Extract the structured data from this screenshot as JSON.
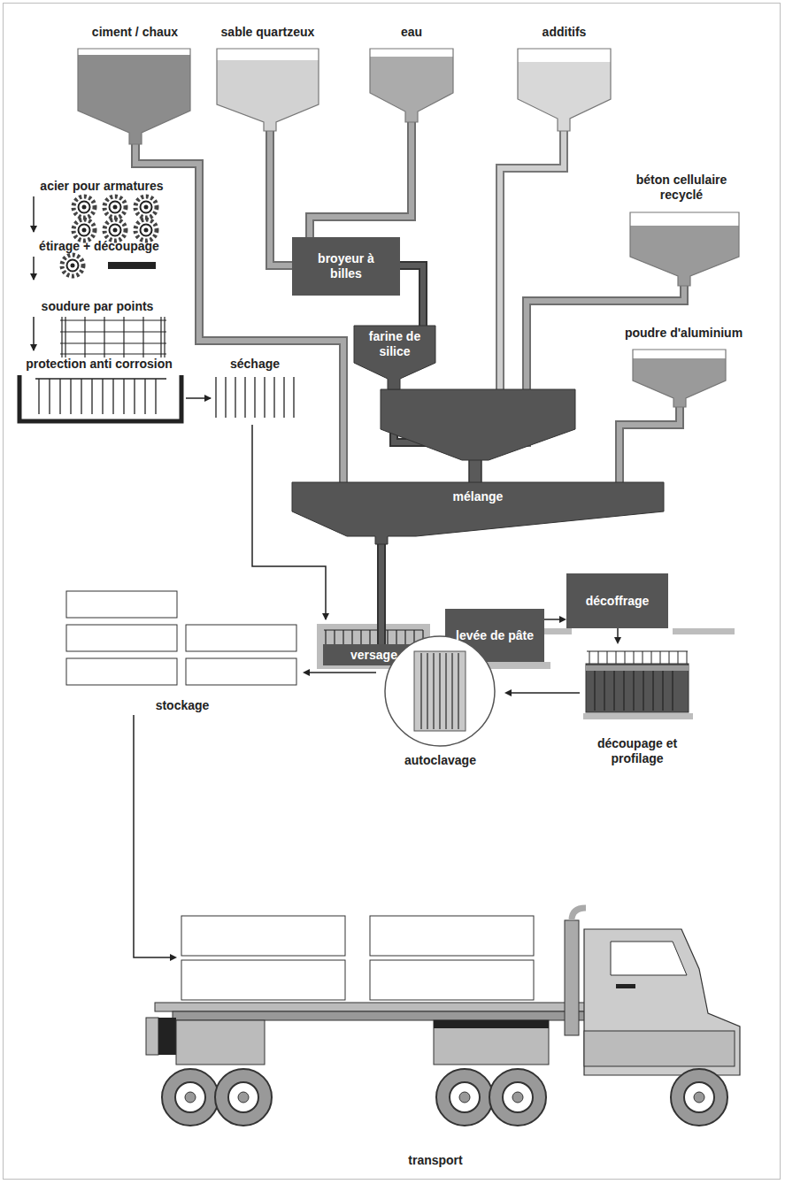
{
  "diagram": {
    "nodes": [
      {
        "text": [
          "ciment / chaux"
        ]
      },
      {
        "text": [
          "sable quartzeux"
        ]
      },
      {
        "text": [
          "eau"
        ]
      },
      {
        "text": [
          "additifs"
        ]
      },
      {
        "text": [
          "béton cellulaire recyclé"
        ]
      },
      {
        "text": [
          "broyeur à billes"
        ]
      },
      {
        "text": [
          "farine de silice"
        ]
      },
      {
        "text": [
          "poudre d'aluminium"
        ]
      },
      {
        "text": [
          "mélange"
        ]
      },
      {
        "text": [
          "versage"
        ]
      },
      {
        "text": [
          "levée de pâte"
        ]
      },
      {
        "text": [
          "décoffrage"
        ]
      },
      {
        "text": [
          "découpage et profilage"
        ]
      },
      {
        "text": [
          "autoclavage"
        ]
      },
      {
        "text": [
          "stockage"
        ]
      },
      {
        "text": [
          "transport"
        ]
      }
    ],
    "edges": [
      {
        "from": 0,
        "to": 8,
        "arrow": "none"
      },
      {
        "from": 1,
        "to": 5,
        "arrow": "none"
      },
      {
        "from": 2,
        "to": 5,
        "arrow": "none"
      },
      {
        "from": 5,
        "to": 6,
        "arrow": "none"
      },
      {
        "from": 6,
        "to": 8,
        "arrow": "none"
      },
      {
        "from": 3,
        "to": 8,
        "arrow": "none"
      },
      {
        "from": 4,
        "to": 8,
        "arrow": "none"
      },
      {
        "from": 7,
        "to": 8,
        "arrow": "none"
      },
      {
        "from": 8,
        "to": 9,
        "arrow": "none"
      },
      {
        "from": 9,
        "to": 10,
        "arrow": "to"
      },
      {
        "from": 10,
        "to": 11,
        "arrow": "to"
      },
      {
        "from": 11,
        "to": 12,
        "arrow": "to"
      },
      {
        "from": 12,
        "to": 13,
        "arrow": "to"
      },
      {
        "from": 13,
        "to": 14,
        "arrow": "to"
      },
      {
        "from": 14,
        "to": 15,
        "arrow": "to"
      }
    ],
    "labels": [
      "acier pour armatures",
      "étirage + découpage",
      "soudure par points",
      "protection anti corrosion",
      "séchage"
    ]
  }
}
